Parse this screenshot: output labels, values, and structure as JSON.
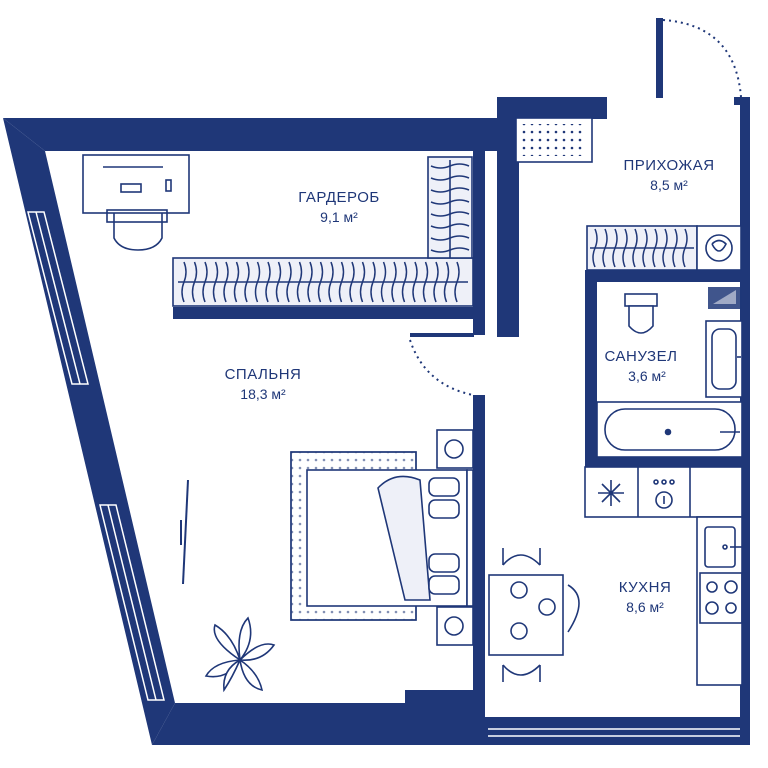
{
  "colors": {
    "wall": "#1f3778",
    "line": "#1f3778",
    "fill_light": "#eef0f8",
    "background": "#ffffff"
  },
  "rooms": [
    {
      "id": "wardrobe",
      "name": "ГАРДЕРОБ",
      "area": "9,1 м²"
    },
    {
      "id": "hall",
      "name": "ПРИХОЖАЯ",
      "area": "8,5 м²"
    },
    {
      "id": "bathroom",
      "name": "САНУЗЕЛ",
      "area": "3,6 м²"
    },
    {
      "id": "bedroom",
      "name": "СПАЛЬНЯ",
      "area": "18,3 м²"
    },
    {
      "id": "kitchen",
      "name": "КУХНЯ",
      "area": "8,6 м²"
    }
  ],
  "icons": [
    "desk-icon",
    "chair-icon",
    "wardrobe-rail-icon",
    "doormat-icon",
    "washing-machine-icon",
    "toilet-icon",
    "sink-icon",
    "bathtub-icon",
    "bed-icon",
    "nightstand-icon",
    "tv-icon",
    "plant-icon",
    "dining-table-icon",
    "stove-icon",
    "fridge-icon"
  ]
}
